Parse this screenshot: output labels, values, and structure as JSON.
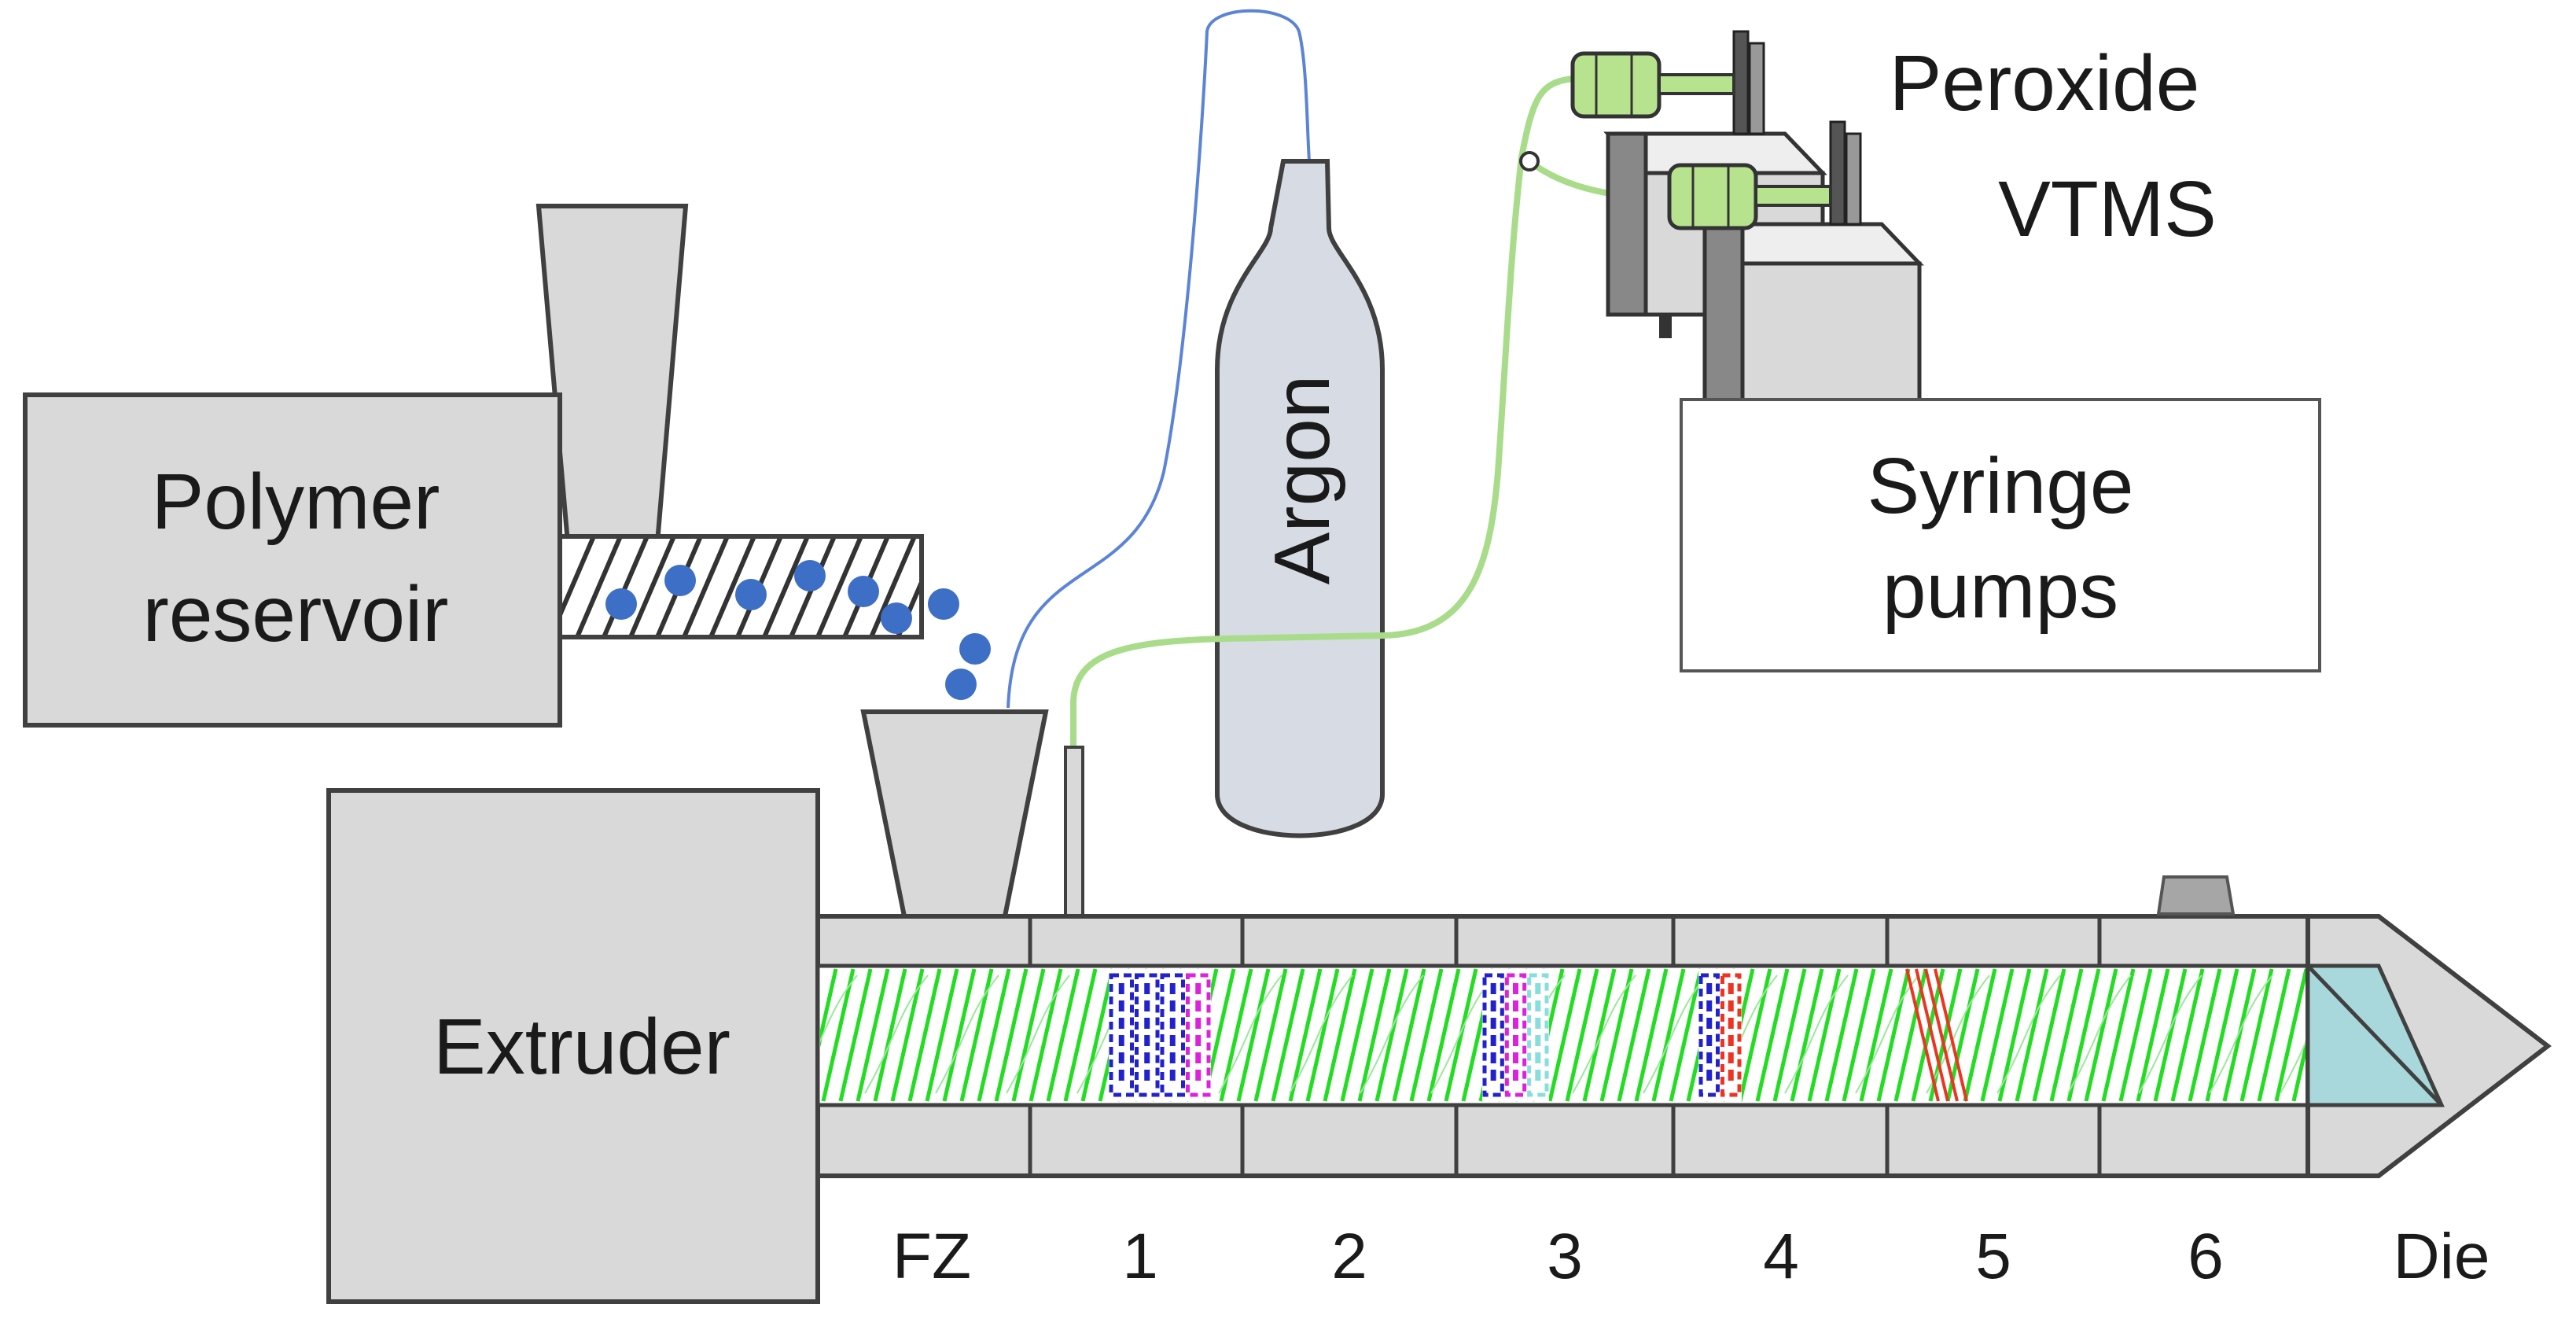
{
  "labels": {
    "polymer_reservoir_line1": "Polymer",
    "polymer_reservoir_line2": "reservoir",
    "extruder": "Extruder",
    "argon": "Argon",
    "peroxide": "Peroxide",
    "vtms": "VTMS",
    "syringe_pumps_line1": "Syringe",
    "syringe_pumps_line2": "pumps"
  },
  "zones": [
    "FZ",
    "1",
    "2",
    "3",
    "4",
    "5",
    "6",
    "Die"
  ],
  "colors": {
    "equipment_fill": "#d9d9d9",
    "outline": "#404040",
    "argon_cylinder": "#d6dbe4",
    "argon_line": "#5b84d6",
    "liquid_line": "#a9dc8a",
    "pellet": "#3d6fc7",
    "screw_flights": "#22dd22",
    "kneading_blue": "#2222cc",
    "kneading_magenta": "#dd22dd",
    "kneading_red": "#ee3322",
    "die_cone": "#a8d8dc"
  }
}
